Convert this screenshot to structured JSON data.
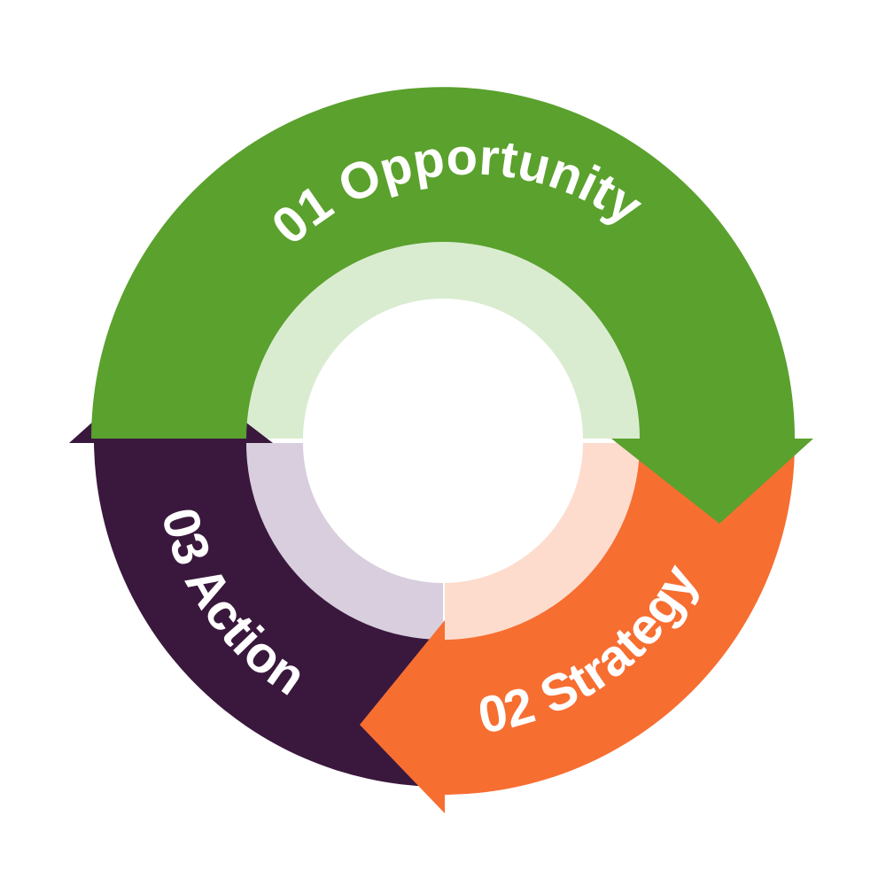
{
  "diagram": {
    "type": "cycle",
    "stages": [
      {
        "number": "01",
        "title": "Opportunity",
        "label": "01 Opportunity",
        "color": "#5aa12d",
        "inner_color": "#d9ecd0"
      },
      {
        "number": "02",
        "title": "Strategy",
        "label": "02 Strategy",
        "color": "#f76e31",
        "inner_color": "#fddcce"
      },
      {
        "number": "03",
        "title": "Action",
        "label": "03 Action",
        "color": "#3a183d",
        "inner_color": "#d8cedd"
      }
    ]
  }
}
